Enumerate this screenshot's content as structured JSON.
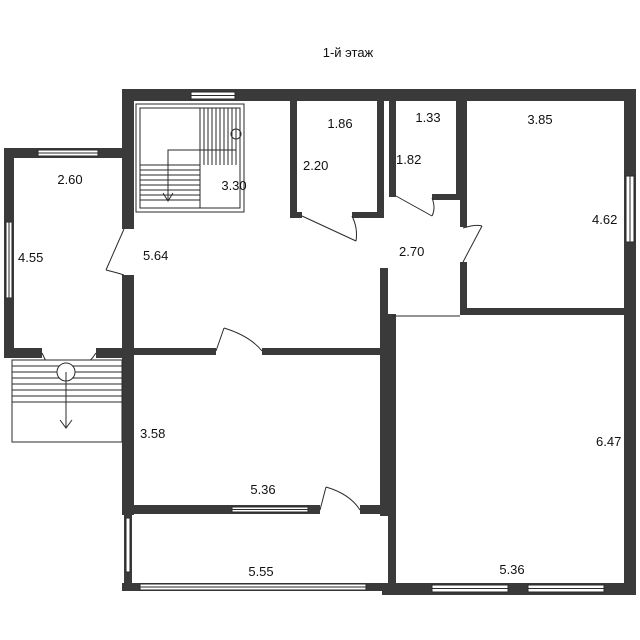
{
  "floor_title": "1-й этаж",
  "colors": {
    "wall": "#3a3a3a",
    "line": "#2a2a2a",
    "background": "#ffffff"
  },
  "rooms": {
    "porch": {
      "width": "2.60",
      "depth": "4.55"
    },
    "hall": {
      "width": "3.30",
      "depth": "5.64"
    },
    "closet": {
      "width": "1.86",
      "depth": "2.20"
    },
    "bathroom": {
      "width": "1.33",
      "depth": "1.82"
    },
    "corridor": {
      "width": "2.70"
    },
    "bedroom": {
      "width": "3.85",
      "depth": "4.62"
    },
    "living_room": {
      "width": "5.36",
      "depth": "6.47"
    },
    "kitchen": {
      "width": "5.36",
      "depth": "3.58"
    },
    "veranda": {
      "width": "5.55"
    }
  }
}
